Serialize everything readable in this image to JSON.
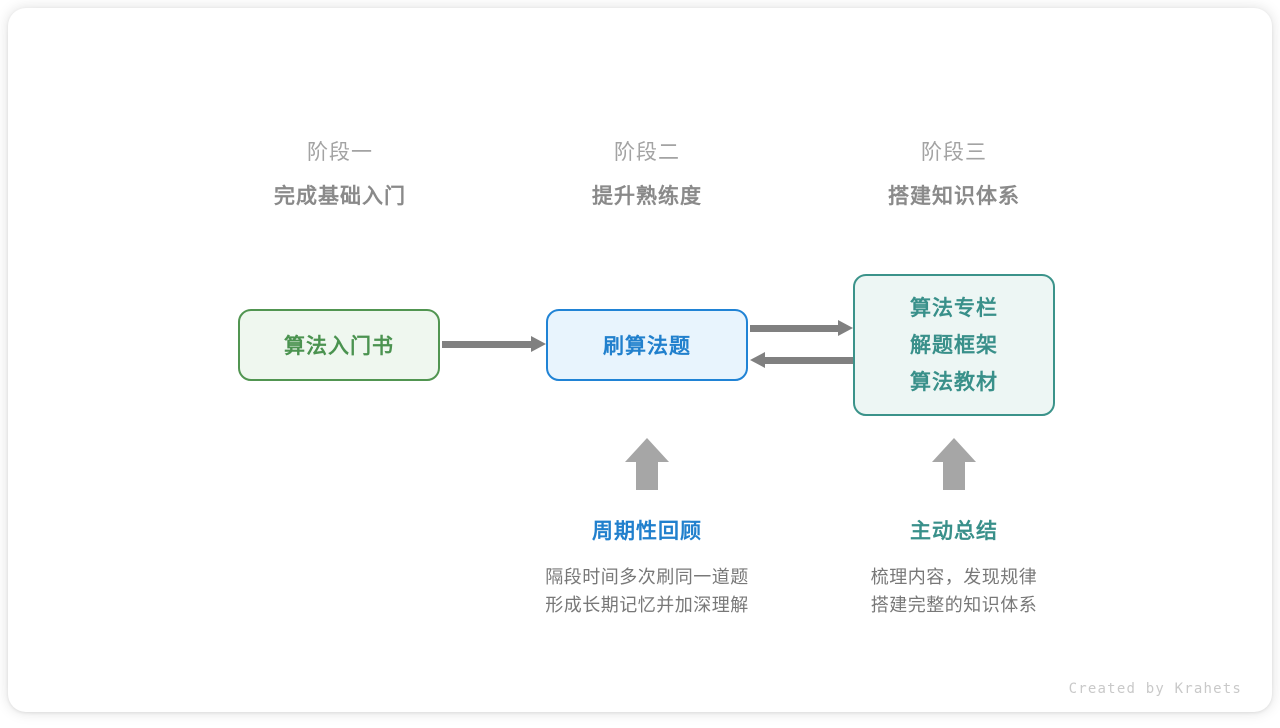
{
  "diagram": {
    "stages": [
      {
        "number": "阶段一",
        "title": "完成基础入门"
      },
      {
        "number": "阶段二",
        "title": "提升熟练度"
      },
      {
        "number": "阶段三",
        "title": "搭建知识体系"
      }
    ],
    "nodes": {
      "book": {
        "label": "算法入门书",
        "color": "#4b9350",
        "border": "#519551",
        "fill": "#eff7ef"
      },
      "practice": {
        "label": "刷算法题",
        "color": "#2180cd",
        "border": "#2083d5",
        "fill": "#e8f4fd"
      },
      "resources": {
        "lines": [
          "算法专栏",
          "解题框架",
          "算法教材"
        ],
        "color": "#39908a",
        "border": "#3b938a",
        "fill": "#edf6f4"
      }
    },
    "annotations": [
      {
        "title": "周期性回顾",
        "color": "#2180cd",
        "desc_line1": "隔段时间多次刷同一道题",
        "desc_line2": "形成长期记忆并加深理解"
      },
      {
        "title": "主动总结",
        "color": "#39908a",
        "desc_line1": "梳理内容，发现规律",
        "desc_line2": "搭建完整的知识体系"
      }
    ],
    "arrow_color": "#808080",
    "up_arrow_color": "#a6a6a6",
    "credit": "Created by Krahets"
  }
}
